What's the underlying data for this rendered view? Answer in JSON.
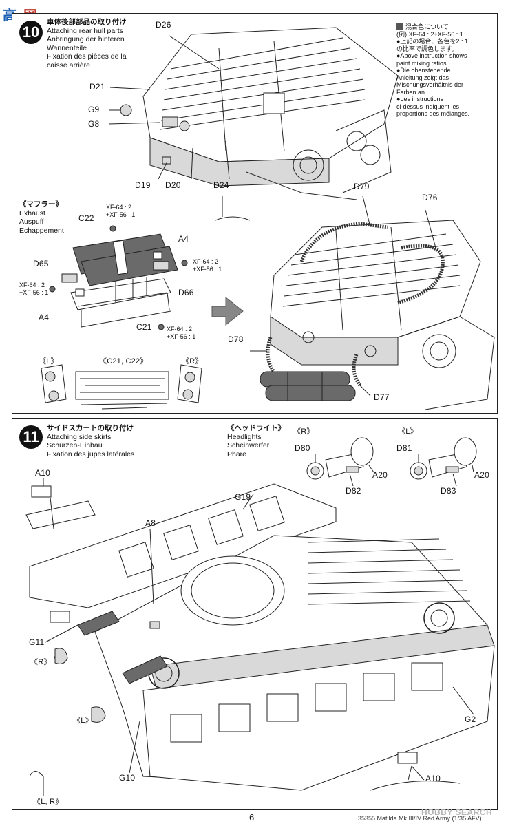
{
  "watermark": {
    "cn": "高",
    "site": "网"
  },
  "step10": {
    "number": "10",
    "title": [
      "車体後部部品の取り付け",
      "Attaching rear hull parts",
      "Anbringung der hinteren",
      "Wannenteile",
      "Fixation des pièces de la",
      "caisse arrière"
    ],
    "parts": {
      "d26": "D26",
      "d21": "D21",
      "g9": "G9",
      "g8": "G8",
      "d19": "D19",
      "d20": "D20",
      "d24": "D24",
      "d79": "D79",
      "d76": "D76",
      "d78": "D78",
      "d77": "D77"
    },
    "muffler_title": [
      "《マフラー》",
      "Exhaust",
      "Auspuff",
      "Echappement"
    ],
    "muffler_parts": {
      "c22": "C22",
      "a4a": "A4",
      "a4b": "A4",
      "d65": "D65",
      "d66": "D66",
      "c21": "C21"
    },
    "paint1": [
      "XF-64 : 2",
      "+XF-56 : 1"
    ],
    "paint2": [
      "XF-64 : 2",
      "+XF-56 : 1"
    ],
    "paint3": [
      "XF-64 : 2",
      "+XF-56 : 1"
    ],
    "paint4": [
      "XF-64 : 2",
      "+XF-56 : 1"
    ],
    "views": {
      "l": "《L》",
      "c": "《C21, C22》",
      "r": "《R》"
    },
    "mixing_note": [
      "混合色について",
      "(例) XF-64 : 2+XF-56 : 1",
      "●上記の場合、各色を2 : 1",
      "の比率で調色します。",
      "●Above instruction shows",
      "paint mixing ratios.",
      "●Die obenstehende",
      "Anleitung zeigt das",
      "Mischungsverhältnis der",
      "Farben an.",
      "●Les instructions",
      "ci-dessus indiquent les",
      "proportions des mélanges."
    ]
  },
  "step11": {
    "number": "11",
    "title": [
      "サイドスカートの取り付け",
      "Attaching side skirts",
      "Schürzen-Einbau",
      "Fixation des jupes latérales"
    ],
    "headlight_title": [
      "《ヘッドライト》",
      "Headlights",
      "Scheinwerfer",
      "Phare"
    ],
    "parts": {
      "r": "《R》",
      "l": "《L》",
      "d80": "D80",
      "a20a": "A20",
      "d82": "D82",
      "d81": "D81",
      "a20b": "A20",
      "d83": "D83",
      "a10a": "A10",
      "g19": "G19",
      "a8": "A8",
      "g11": "G11",
      "rv": "《R》",
      "lv": "《L》",
      "g10": "G10",
      "g2": "G2",
      "a10b": "A10",
      "lr": "《L, R》"
    }
  },
  "footer": {
    "page": "6",
    "code": "35355  Matilda Mk.III/IV Red Army (1/35 AFV)",
    "brand": "HOBBY SEARCH"
  }
}
